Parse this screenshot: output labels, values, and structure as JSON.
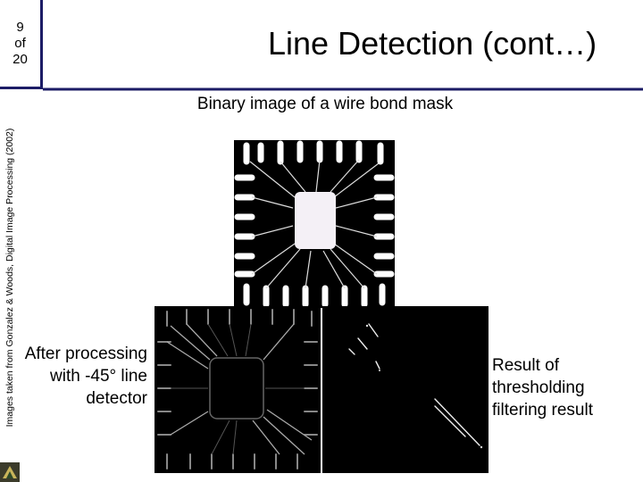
{
  "header": {
    "page_number": "9",
    "page_of": "of",
    "page_total": "20",
    "title": "Line Detection (cont…)"
  },
  "sidebar": {
    "credit": "Images taken from Gonzalez & Woods, Digital Image Processing (2002)"
  },
  "figures": {
    "top_caption": "Binary image of a wire bond mask",
    "left_caption": "After processing with -45° line detector",
    "right_caption": "Result of thresholding filtering result"
  },
  "colors": {
    "accent": "#1c1c66",
    "mask_background": "#000000",
    "mask_foreground": "#ffffff"
  }
}
